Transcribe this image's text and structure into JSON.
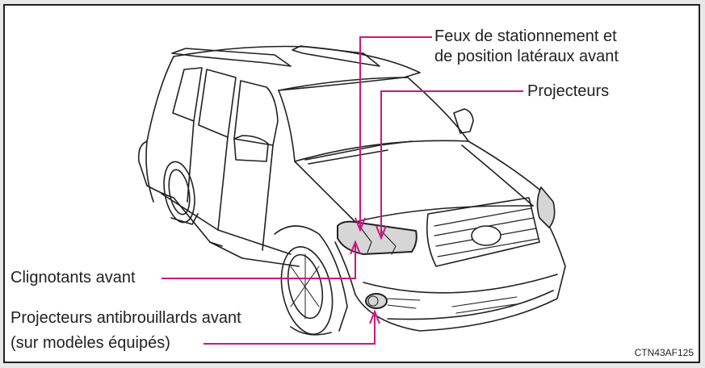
{
  "figure": {
    "code": "CTN43AF125",
    "subject": "SUV front-left three-quarter view line drawing",
    "callout_color": "#c8197d",
    "labels": {
      "parking_side_marker": {
        "line1": "Feux de stationnement et",
        "line2": "de position latéraux avant"
      },
      "headlights": "Projecteurs",
      "turn_signals": "Clignotants avant",
      "fog_lights": {
        "line1": "Projecteurs antibrouillards avant",
        "line2": "(sur modèles équipés)"
      }
    }
  }
}
